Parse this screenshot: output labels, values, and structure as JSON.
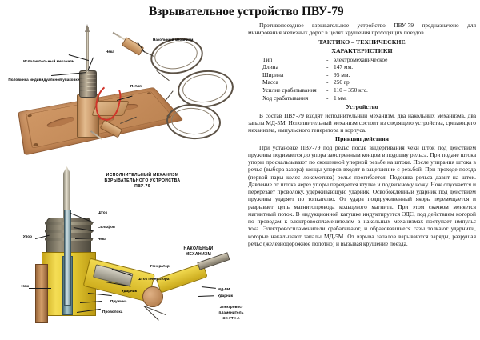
{
  "document": {
    "title": "Взрывательное устройство ПВУ-79"
  },
  "intro": {
    "text": "Противопоездное взрывательное устройство ПВУ-79 предназначено для минирования железных дорог в целях крушения проходящих поездов."
  },
  "specs": {
    "heading_line1": "ТАКТИКО – ТЕХНИЧЕСКИЕ",
    "heading_line2": "ХАРАКТЕРИСТИКИ",
    "dash": "-",
    "rows": [
      {
        "name": "Тип",
        "value": "электромеханическое"
      },
      {
        "name": "Длина",
        "value": "147 мм."
      },
      {
        "name": "Ширина",
        "value": "95 мм."
      },
      {
        "name": "Масса",
        "value": "250 гр."
      },
      {
        "name": "Усилие срабатывания",
        "value": "110 – 350 кгс."
      },
      {
        "name": "Ход срабатывания",
        "value": "1 мм."
      }
    ]
  },
  "construction": {
    "heading": "Устройство",
    "text": "В состав ПВУ-79 входят исполнительный механизм, два накольных механизма, два запала МД-5М. Исполнительный механизм состоит из следящего устройства, срезающего механизма, импульсного генератора и корпуса."
  },
  "principle": {
    "heading": "Принцип действия",
    "text": "При установке ПВУ-79 под рельс после выдергивания чеки шток под действием пружины подимается до упора заостренным концом в подошву рельса. При подаче штока упоры проскальзывают по скошенной упорной резьбе на штоке. После упирания штока в рельс (выбора зазора) концы упоров входят в зацепление с резьбой. При проходе поезда (первой пары колес локомотива) рельс прогибается. Подошва рельса давит на шток. Давление от штока через упоры передается втулке и подвижному ножу. Нож опускается и перерезает проволоку, удерживающую ударник. Освобожденный ударник под действием пружины ударяет по толкателю. От удара подпружиненный якорь перемещается и разрывает цепь магнитопровода кольцевого магнита. При этом скачком меняется магнитный поток. В индукционной катушке индуктируется ЭДС, под действием которой по проводам к электровоспламенителям в накольных механизмах поступает импульс тока. Электровоспламенители срабатывают, и образовавшиеся газы толкают ударники, которые накалывают запалы МД-5М. От взрыва запалов взрываются заряды, разрушая рельс (железнодорожное полотно) и вызывая крушение поезда."
  },
  "figure_top": {
    "labels": {
      "actuator": "Исполнительный механизм",
      "packaging": "Половинка индивидуальной упаковки",
      "pin": "Чека",
      "loop": "Петля",
      "pin_mechanism": "Накольный механизм"
    }
  },
  "figure_bottom": {
    "caption_line1": "ИСПОЛНИТЕЛЬНЫЙ МЕХАНИЗМ",
    "caption_line2": "ВЗРЫВАТЕЛЬНОГО УСТРОЙСТВА",
    "caption_line3": "ПВУ-79",
    "pin_mechanism_line1": "НАКОЛЬНЫЙ",
    "pin_mechanism_line2": "МЕХАНИЗМ",
    "labels": {
      "rod": "Шток",
      "bellows": "Сильфон",
      "pin": "Чека",
      "stop": "Упор",
      "knife": "Нож",
      "generator": "Генератор",
      "generator_rod": "Шток генератора",
      "striker": "Ударник",
      "spring": "Пружина",
      "wire": "Проволока",
      "detonator": "МД-5М",
      "detonator_striker": "Ударник",
      "igniter_line1": "Электровос-",
      "igniter_line2": "пламенитель",
      "igniter_line3": "ЭХ-ГТ-І-А"
    }
  },
  "colors": {
    "page_background": "#ffffff",
    "text": "#141414",
    "tray_brown": "#c98e5c",
    "cutaway_yellow": "#e6cb33",
    "core_teal": "#a8c8cf",
    "red_loop": "#d1342a",
    "cable_grey": "#5c5246"
  }
}
